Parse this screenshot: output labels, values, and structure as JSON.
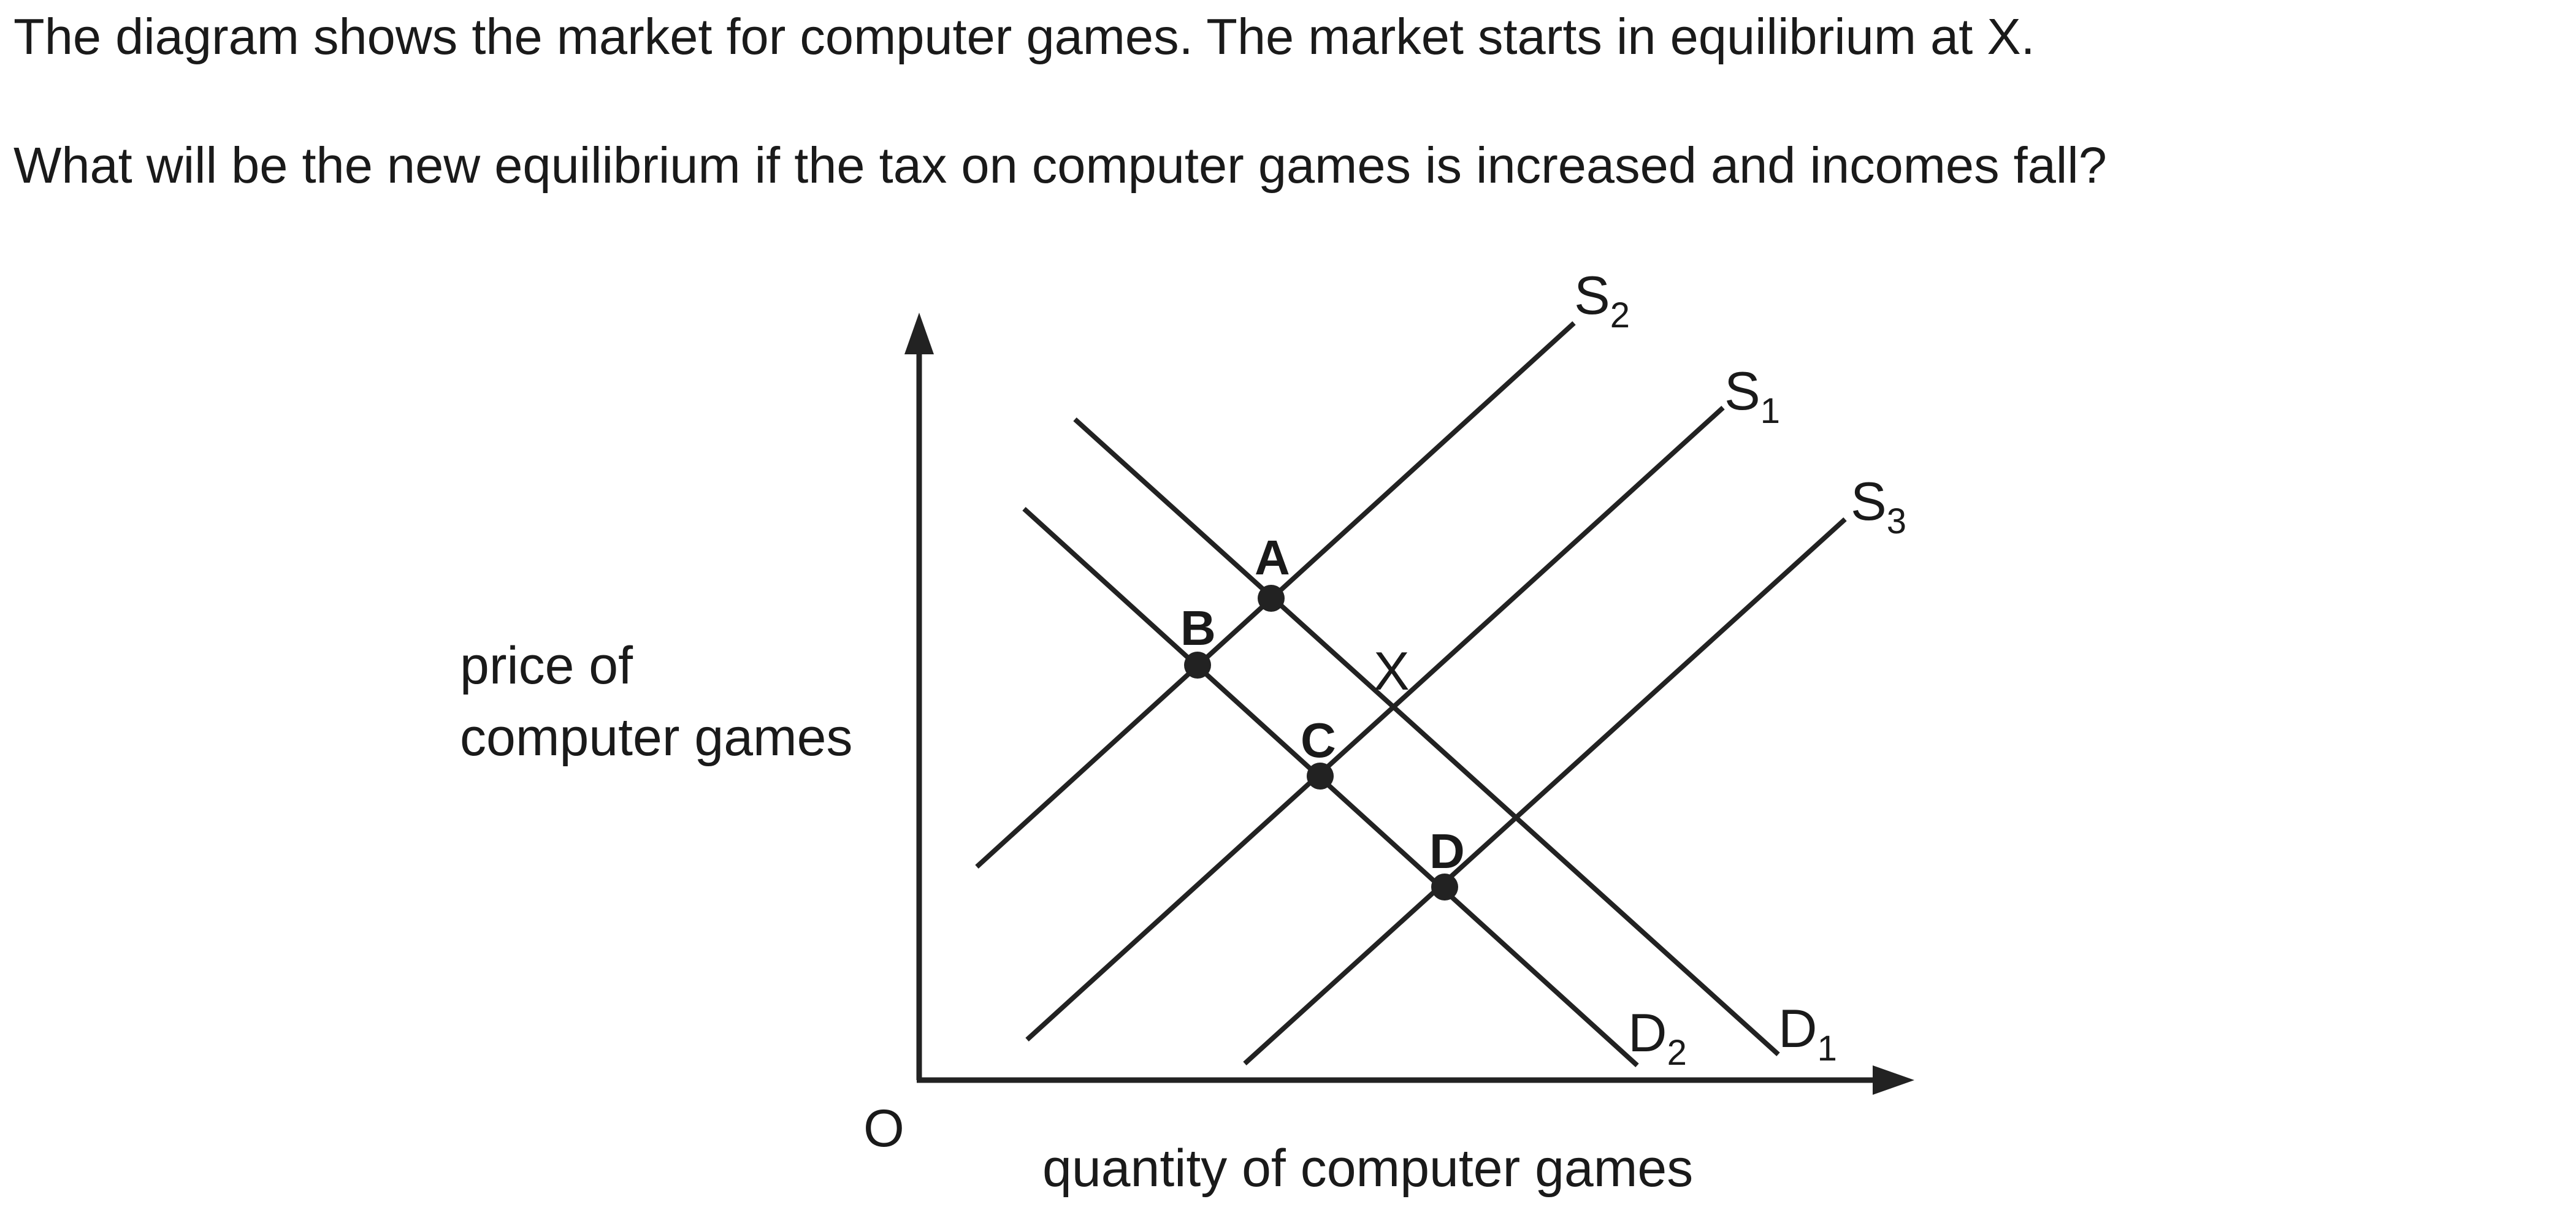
{
  "question": {
    "line1": "The diagram shows the market for computer games. The market starts in equilibrium at X.",
    "line2": "What will be the new equilibrium if the tax on computer games is increased and incomes fall?"
  },
  "diagram": {
    "y_axis_label_line1": "price of",
    "y_axis_label_line2": "computer games",
    "x_axis_label": "quantity of computer games",
    "origin_label": "O",
    "curves": {
      "s2": {
        "base": "S",
        "sub": "2"
      },
      "s1": {
        "base": "S",
        "sub": "1"
      },
      "s3": {
        "base": "S",
        "sub": "3"
      },
      "d2": {
        "base": "D",
        "sub": "2"
      },
      "d1": {
        "base": "D",
        "sub": "1"
      }
    },
    "points": {
      "a": "A",
      "b": "B",
      "c": "C",
      "d": "D",
      "x": "X"
    },
    "colors": {
      "ink": "#222222"
    }
  }
}
